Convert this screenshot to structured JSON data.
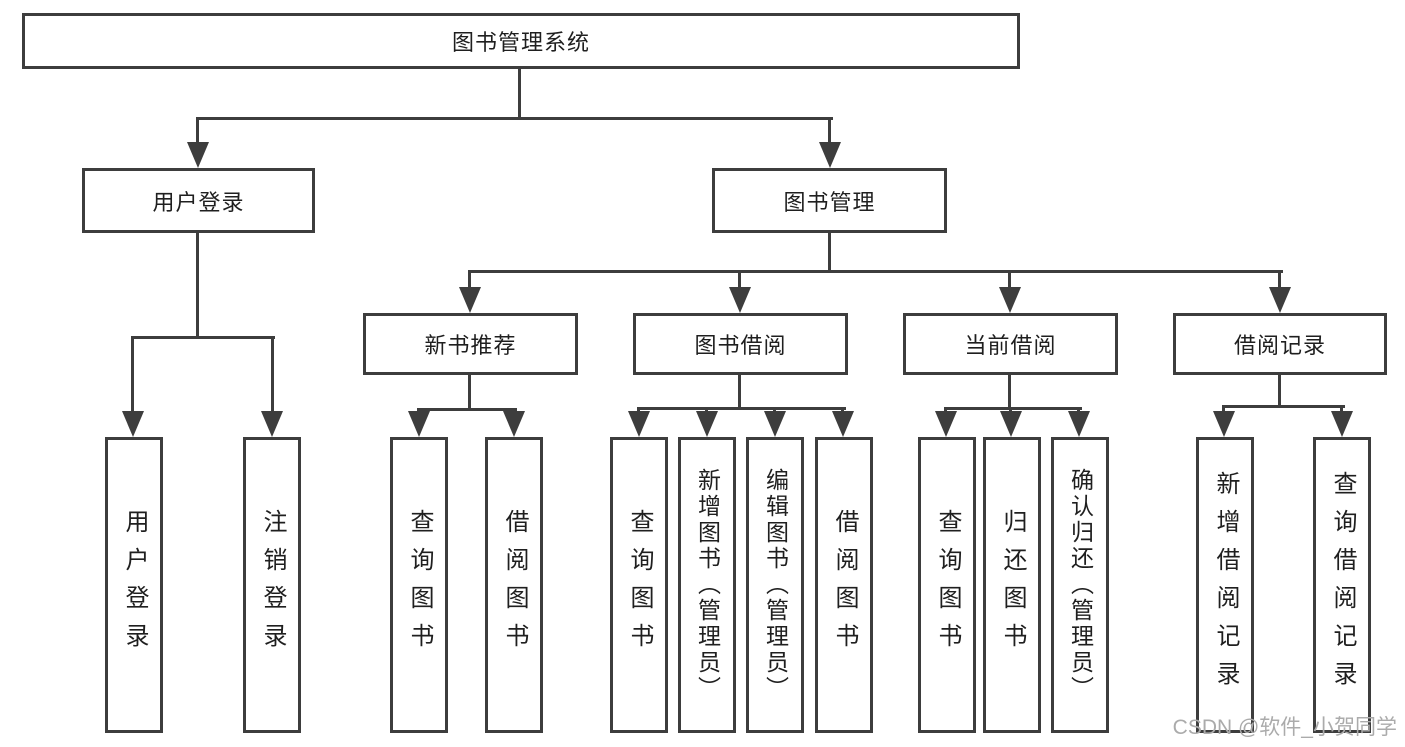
{
  "diagram": {
    "root": {
      "label": "图书管理系统"
    },
    "level2": {
      "user_login": {
        "label": "用户登录"
      },
      "book_mgmt": {
        "label": "图书管理"
      }
    },
    "level3": {
      "new_books": {
        "label": "新书推荐"
      },
      "borrowing": {
        "label": "图书借阅"
      },
      "current": {
        "label": "当前借阅"
      },
      "records": {
        "label": "借阅记录"
      }
    },
    "leaves": {
      "login": {
        "label": "用户登录"
      },
      "logout": {
        "label": "注销登录"
      },
      "nb_query": {
        "label": "查询图书"
      },
      "nb_borrow": {
        "label": "借阅图书"
      },
      "bw_query": {
        "label": "查询图书"
      },
      "bw_add": {
        "label": "新增图书（管理员）"
      },
      "bw_edit": {
        "label": "编辑图书（管理员）"
      },
      "bw_borrow": {
        "label": "借阅图书"
      },
      "cur_query": {
        "label": "查询图书"
      },
      "cur_return": {
        "label": "归还图书"
      },
      "cur_confirm": {
        "label": "确认归还（管理员）"
      },
      "rec_add": {
        "label": "新增借阅记录"
      },
      "rec_query": {
        "label": "查询借阅记录"
      }
    },
    "watermark": "CSDN @软件_小贺同学",
    "colors": {
      "line": "#3d3d3d",
      "text": "#1f1f1f",
      "watermark": "#ababab",
      "background": "#ffffff"
    }
  }
}
